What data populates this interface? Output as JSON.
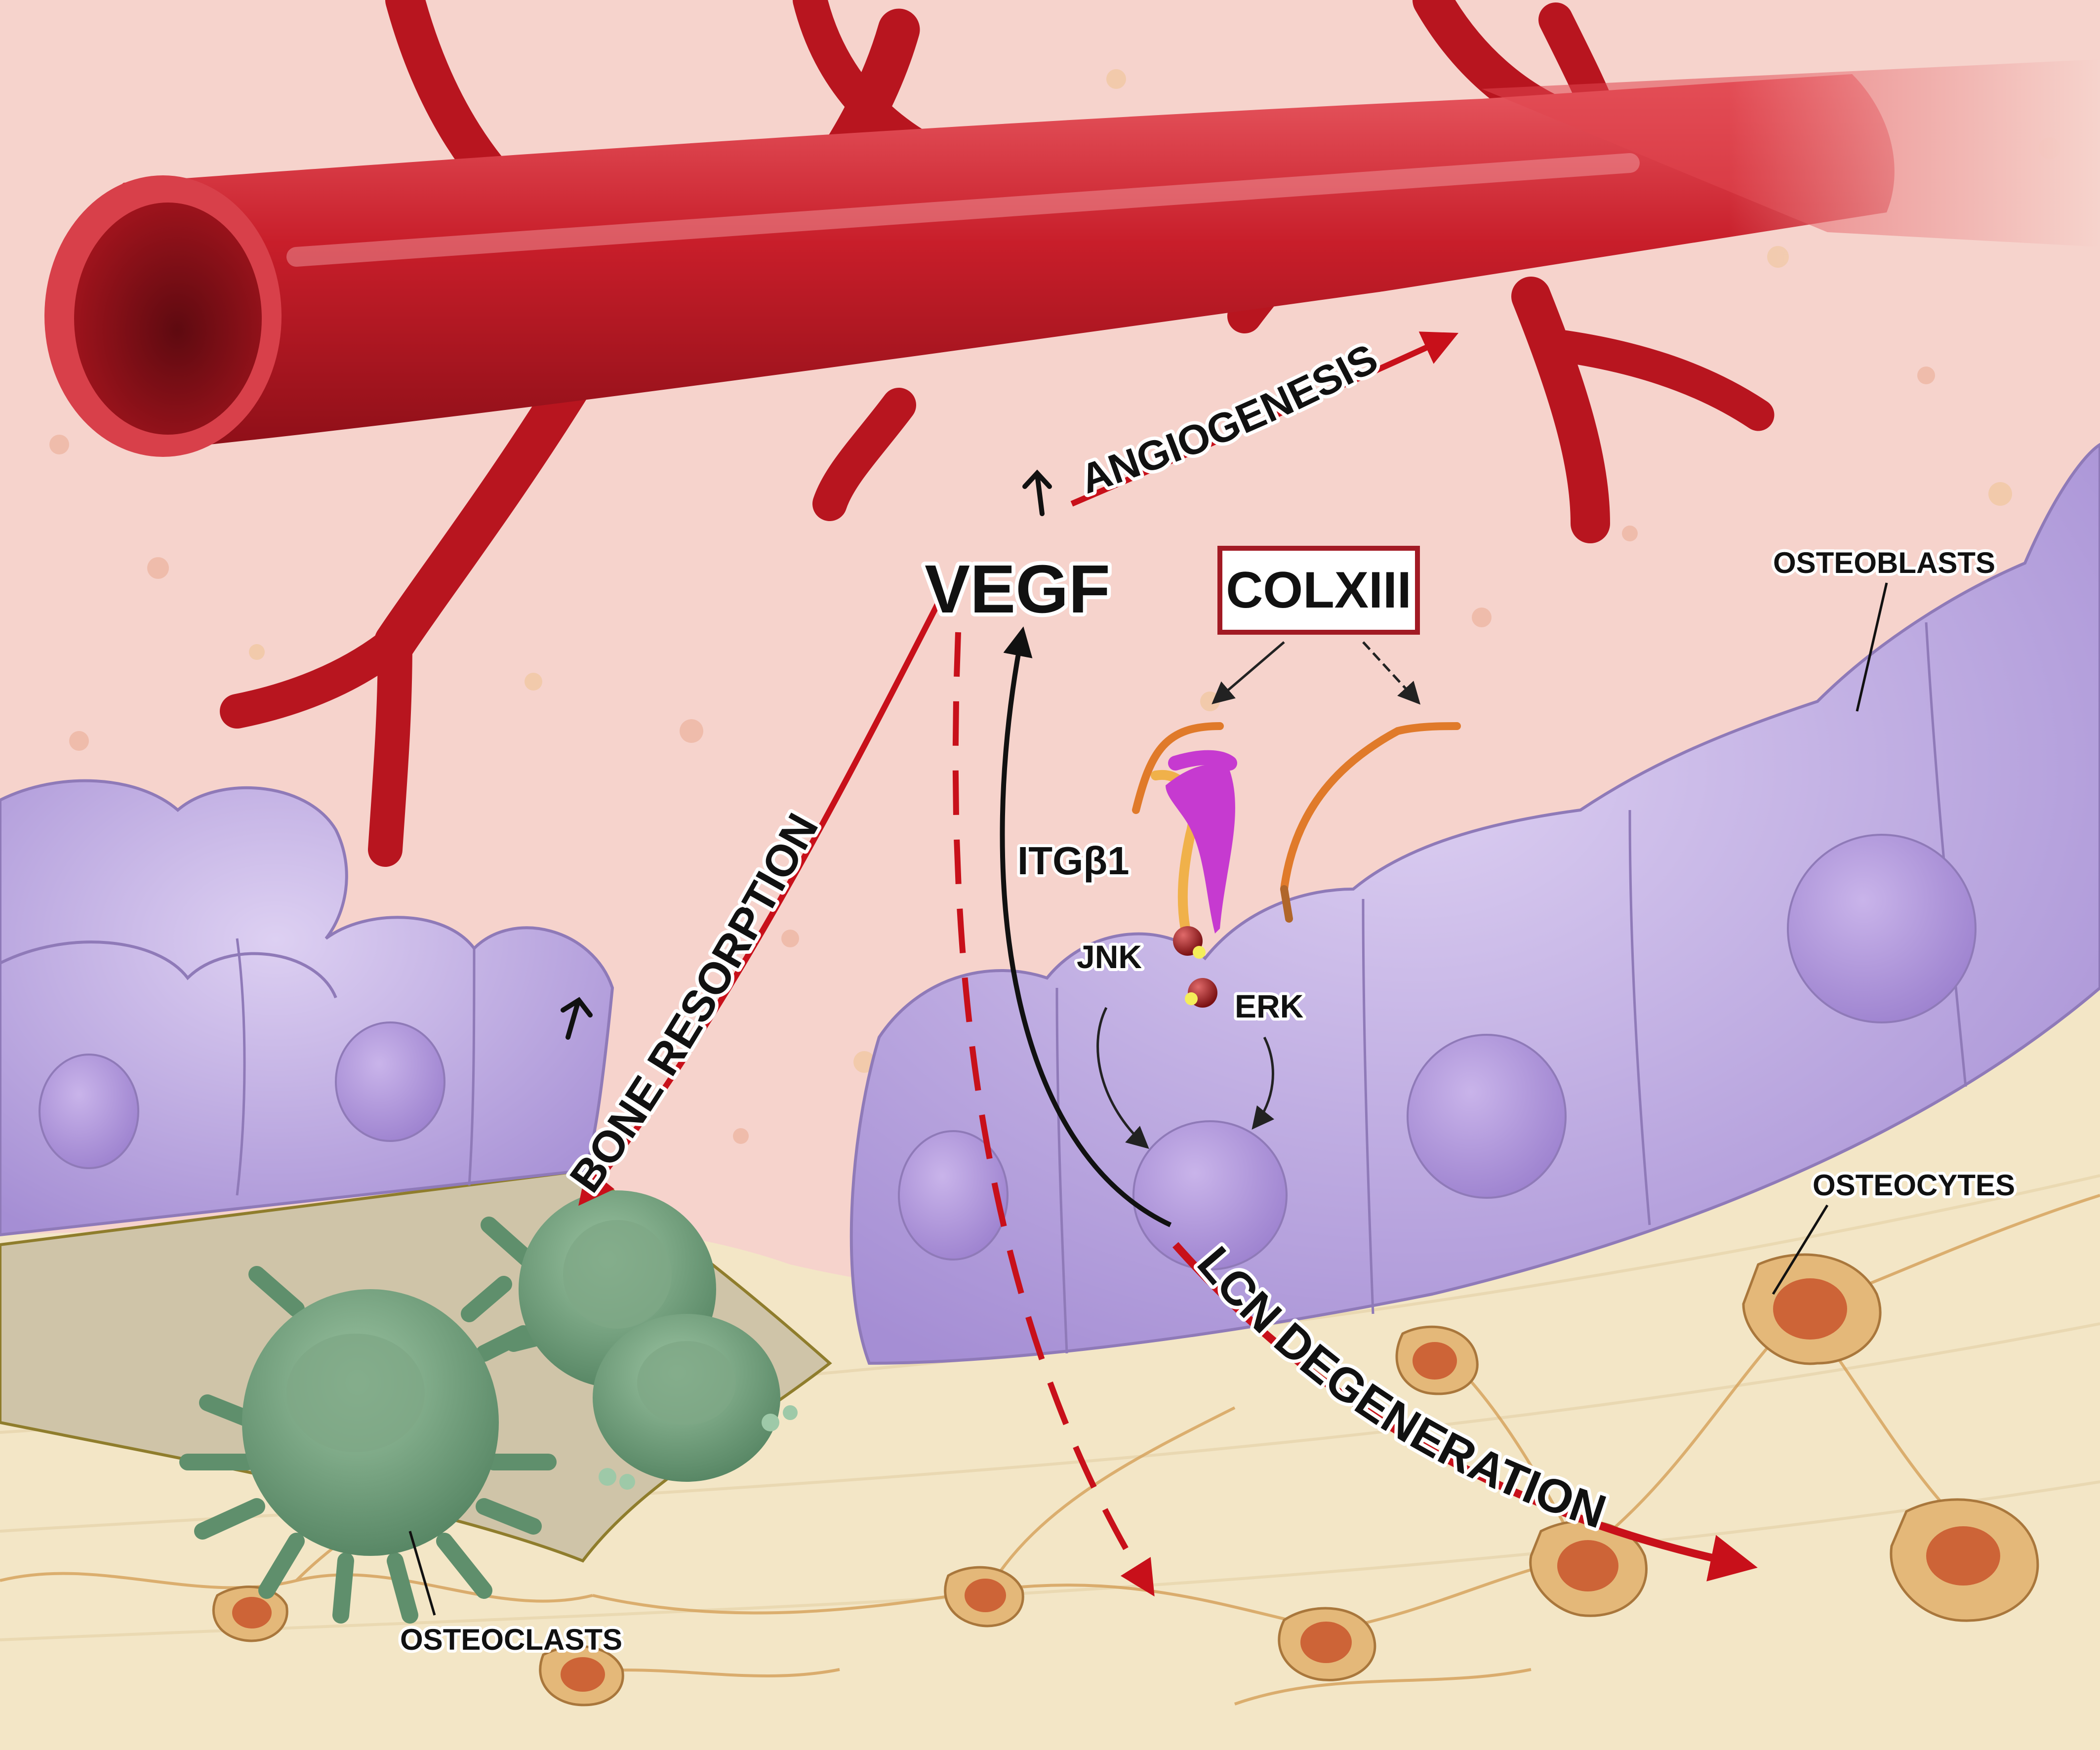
{
  "labels": {
    "vegf": "VEGF",
    "colxiii": "COLXIII",
    "itgb1": "ITGβ1",
    "jnk": "JNK",
    "erk": "ERK",
    "osteoblasts": "OSTEOBLASTS",
    "osteocytes": "OSTEOCYTES",
    "osteoclasts": "OSTEOCLASTS"
  },
  "arrows": {
    "angiogenesis": {
      "text": "ANGIOGENESIS",
      "direction": "up"
    },
    "bone_resorption": {
      "text": "BONE  RESORPTION",
      "direction": "up"
    },
    "lcn_degeneration": {
      "text": "LCN  DEGENERATION"
    }
  },
  "colors": {
    "vessel": "#c81e2a",
    "tissue": "#f6d3cc",
    "osteoblast": "#c7b3e6",
    "osteoclast": "#6e9c78",
    "bone": "#f3e6c6",
    "osteocyte": "#e4b879",
    "integrin": "#c63ad0",
    "collagen": "#e07a2a",
    "arrow_red": "#c8101a"
  }
}
